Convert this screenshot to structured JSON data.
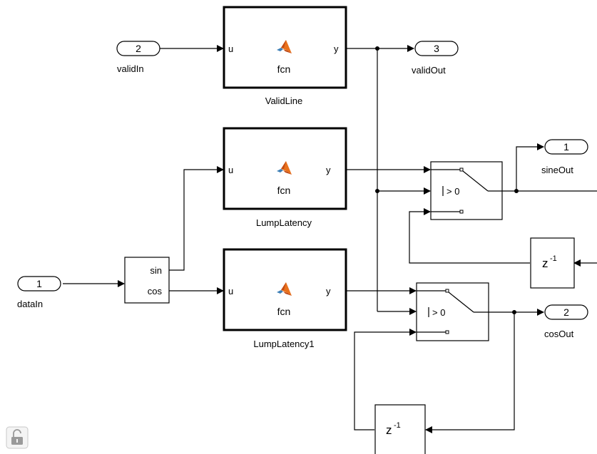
{
  "inports": {
    "validIn": {
      "number": "2",
      "name": "validIn"
    },
    "dataIn": {
      "number": "1",
      "name": "dataIn"
    }
  },
  "outports": {
    "validOut": {
      "number": "3",
      "name": "validOut"
    },
    "sineOut": {
      "number": "1",
      "name": "sineOut"
    },
    "cosOut": {
      "number": "2",
      "name": "cosOut"
    }
  },
  "matlab_blocks": {
    "valid_line": {
      "name": "ValidLine",
      "func": "fcn",
      "in_port": "u",
      "out_port": "y"
    },
    "lump_latency": {
      "name": "LumpLatency",
      "func": "fcn",
      "in_port": "u",
      "out_port": "y"
    },
    "lump_latency1": {
      "name": "LumpLatency1",
      "func": "fcn",
      "in_port": "u",
      "out_port": "y"
    }
  },
  "demux": {
    "sin_label": "sin",
    "cos_label": "cos"
  },
  "switches": {
    "threshold": "> 0"
  },
  "delays": {
    "z_label": "z",
    "exponent": "-1"
  },
  "icons": {
    "lock": "lock-icon",
    "matlab": "matlab-logo-icon"
  }
}
